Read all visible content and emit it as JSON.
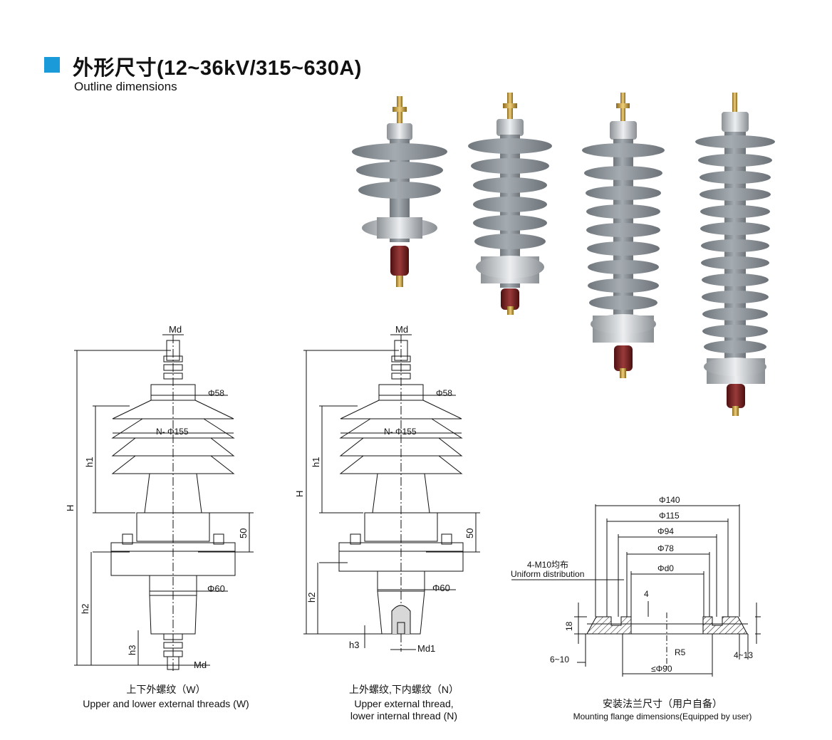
{
  "header": {
    "title_cn": "外形尺寸(12~36kV/315~630A)",
    "title_en": "Outline dimensions"
  },
  "drawing_w": {
    "labels": {
      "md_top": "Md",
      "phi58": "Φ58",
      "n_phi155": "N- Φ155",
      "H": "H",
      "h1": "h1",
      "fifty": "50",
      "h2": "h2",
      "phi60": "Φ60",
      "h3": "h3",
      "md_bottom": "Md"
    },
    "caption_cn": "上下外螺纹（W）",
    "caption_en": "Upper and lower external threads (W)"
  },
  "drawing_n": {
    "labels": {
      "md_top": "Md",
      "phi58": "Φ58",
      "n_phi155": "N- Φ155",
      "H": "H",
      "h1": "h1",
      "fifty": "50",
      "h2": "h2",
      "phi60": "Φ60",
      "h3": "h3",
      "md1": "Md1"
    },
    "caption_cn": "上外螺纹,下内螺纹（N）",
    "caption_en_line1": "Upper external thread,",
    "caption_en_line2": "lower internal thread (N)"
  },
  "flange": {
    "labels": {
      "phi140": "Φ140",
      "phi115": "Φ115",
      "phi94": "Φ94",
      "phi78": "Φ78",
      "phid0": "Φd0",
      "four": "4",
      "m10": "4-M10均布",
      "uniform": "Uniform distribution",
      "eighteen": "18",
      "r5": "R5",
      "range_4_13": "4~13",
      "range_6_10": "6~10",
      "phi90": "≤Φ90"
    },
    "caption_cn": "安装法兰尺寸（用户自备）",
    "caption_en": "Mounting flange dimensions(Equipped by user)"
  },
  "colors": {
    "accent": "#1a9ad9",
    "insulator_grey": "#8f969c",
    "metal": "#c9cdd1",
    "base_red": "#7a1f1f",
    "brass": "#c89b3c"
  }
}
